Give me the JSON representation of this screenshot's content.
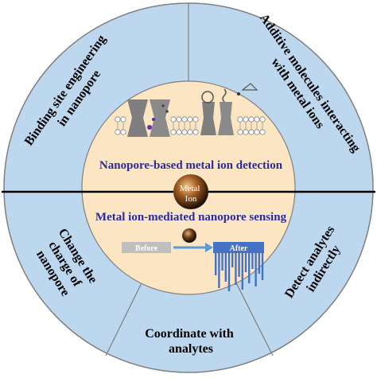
{
  "outer_sectors": {
    "top_left": "Binding site engineering in nanopore",
    "top_right": "Additive molecules interacting with metal ions",
    "left": "Change the charge of nanopore",
    "bottom": "Coordinate with analytes",
    "right": "Detect analytes indirectly"
  },
  "center": {
    "upper_title": "Nanopore-based metal ion detection",
    "lower_title": "Metal ion-mediated nanopore sensing",
    "ion_label_line1": "Metal",
    "ion_label_line2": "Ion",
    "before_label": "Before",
    "after_label": "After"
  },
  "colors": {
    "outer_ring": "#bdd7ee",
    "inner_circle": "#fbe5c3",
    "title_text": "#2a2aa0",
    "sector_text": "#000000",
    "divider": "#000000",
    "before_bar": "#bfbfbf",
    "after_bar": "#4472c4",
    "arrow": "#5b9bd5"
  }
}
